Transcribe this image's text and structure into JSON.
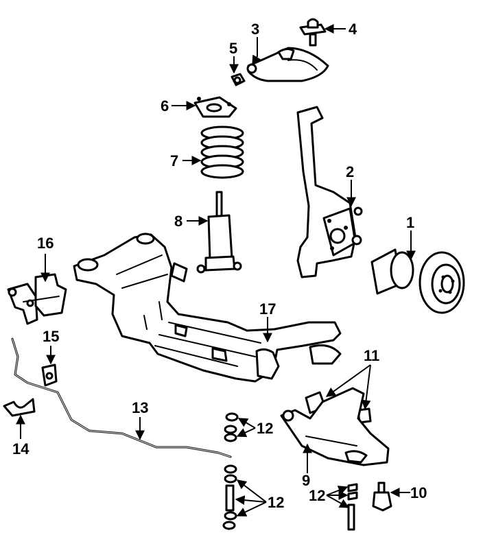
{
  "diagram": {
    "labels": {
      "c1": "1",
      "c2": "2",
      "c3": "3",
      "c4": "4",
      "c5": "5",
      "c6": "6",
      "c7": "7",
      "c8": "8",
      "c9": "9",
      "c10": "10",
      "c11": "11",
      "c12a": "12",
      "c12b": "12",
      "c12c": "12",
      "c13": "13",
      "c14": "14",
      "c15": "15",
      "c16": "16",
      "c17": "17"
    }
  }
}
